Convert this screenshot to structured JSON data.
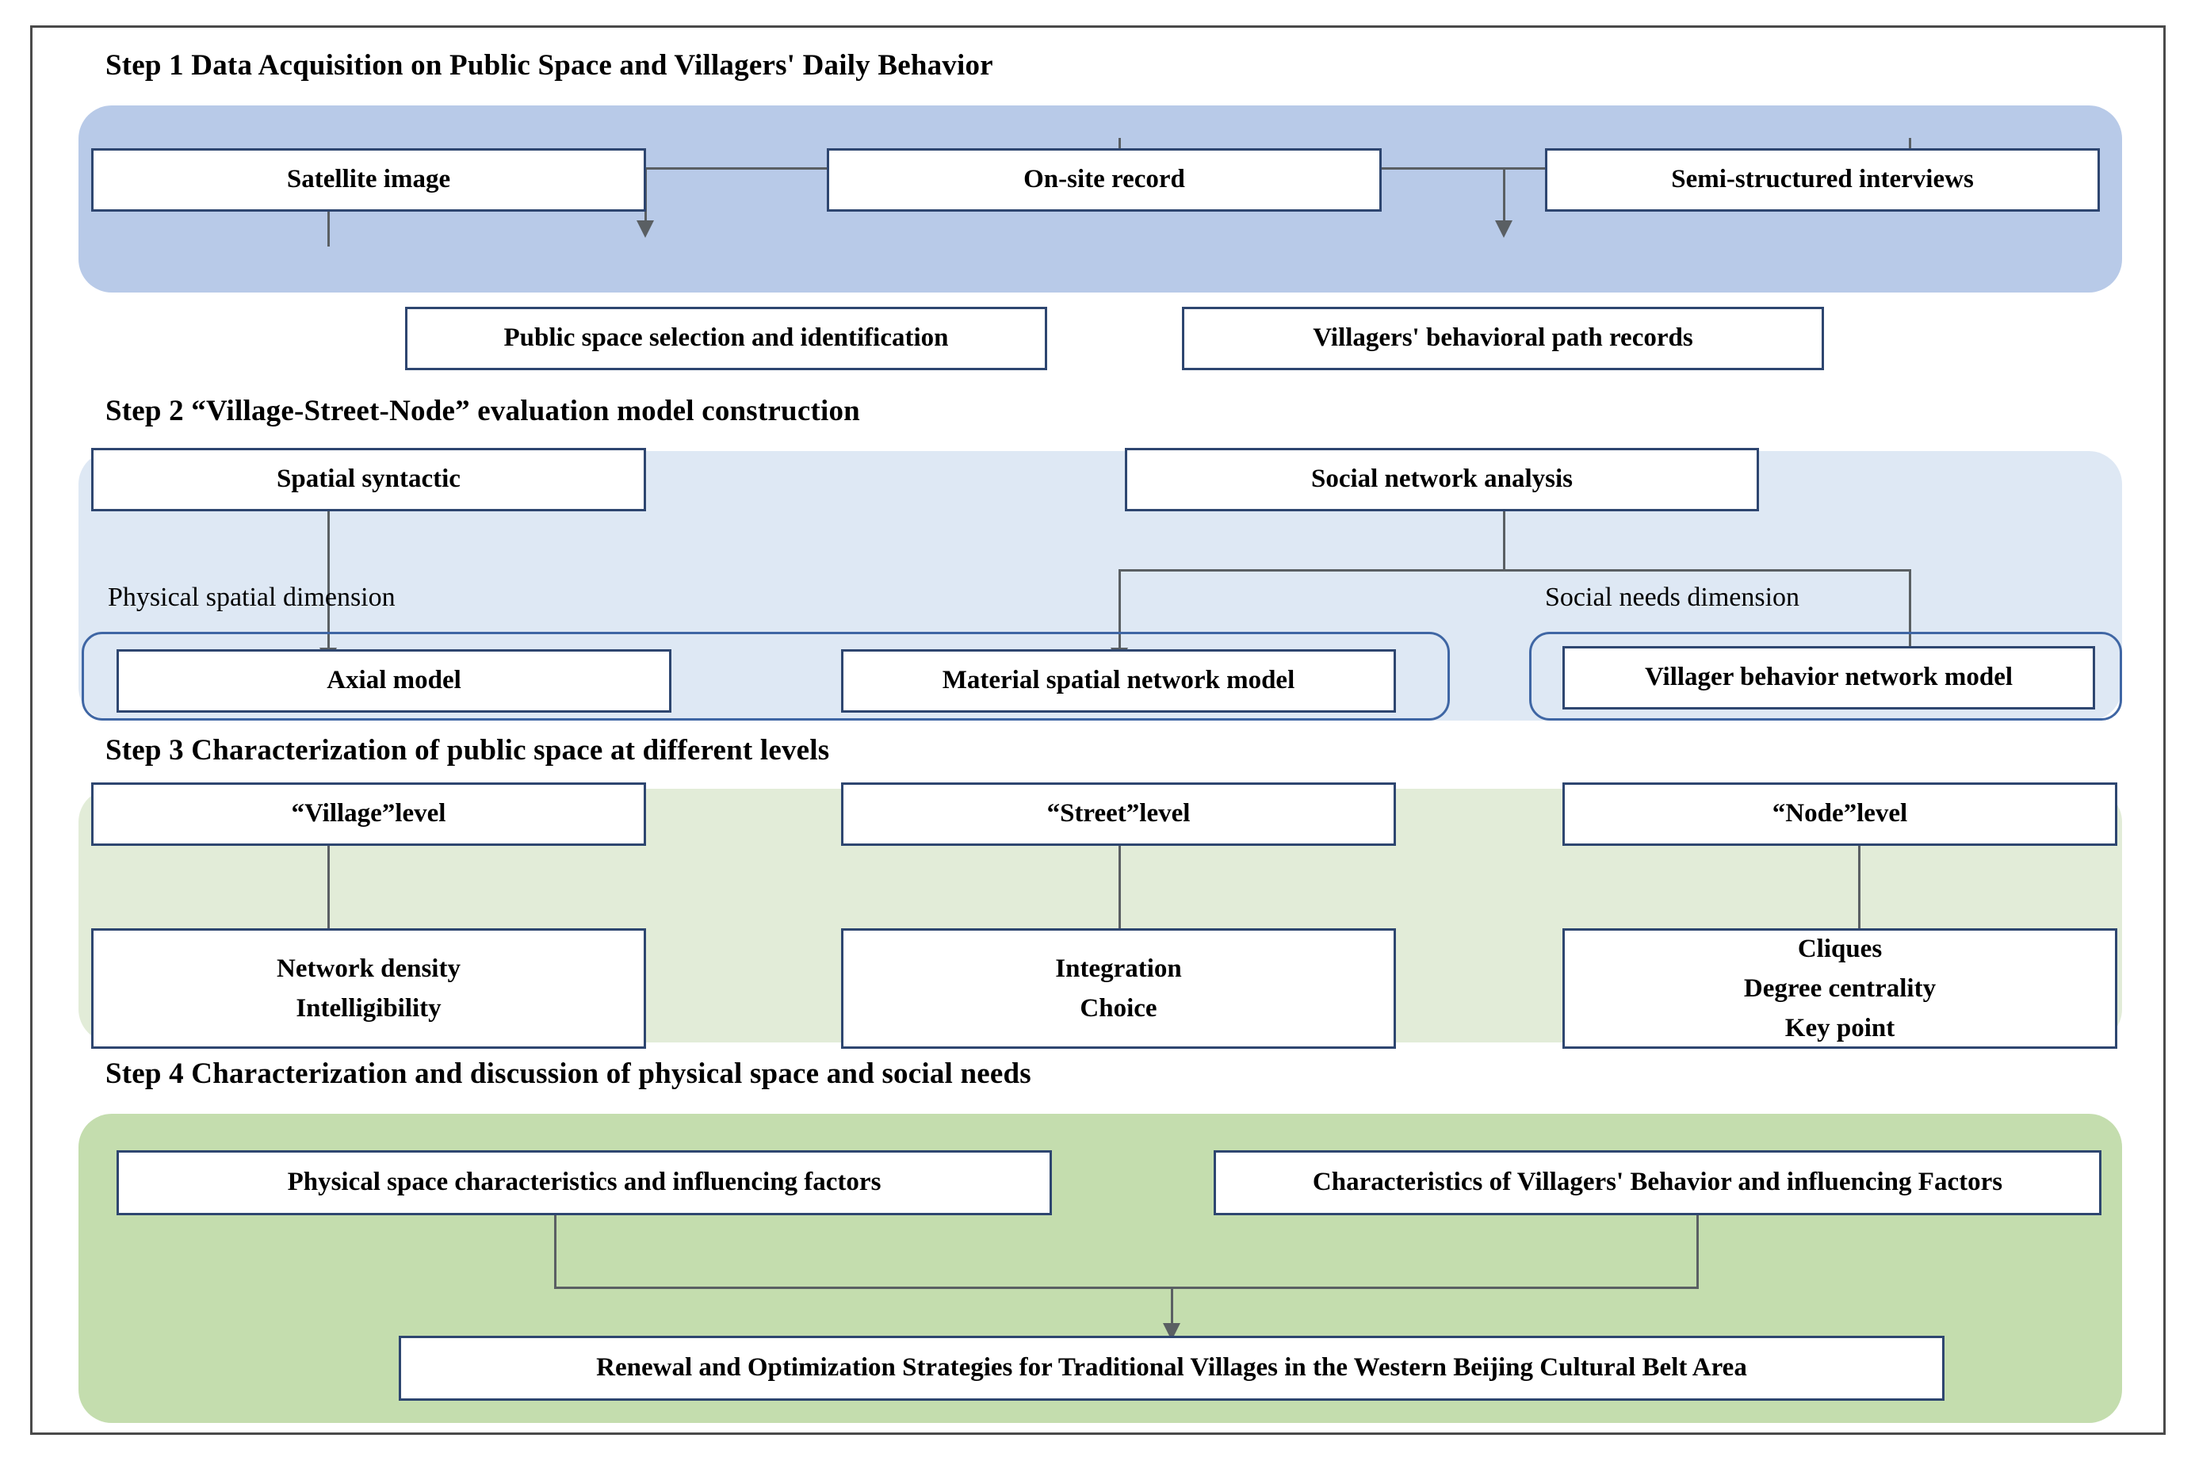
{
  "figure": {
    "type": "flowchart",
    "orientation": "top-to-bottom",
    "frame_border_color": "#4a4a4a",
    "box_border_color": "#2e4670",
    "group_outline_color": "#3f66a4",
    "connector_color": "#5a5f63"
  },
  "steps": [
    {
      "id": "step1",
      "title": "Step 1 Data Acquisition on Public Space and Villagers' Daily Behavior",
      "band_color": "#b8cae8",
      "row_top": [
        {
          "label": "Satellite image"
        },
        {
          "label": "On-site record"
        },
        {
          "label": "Semi-structured interviews"
        }
      ],
      "row_bottom": [
        {
          "label": "Public space selection and identification"
        },
        {
          "label": "Villagers' behavioral path records"
        }
      ]
    },
    {
      "id": "step2",
      "title": "Step 2 “Village-Street-Node” evaluation model construction",
      "band_color": "#dee8f4",
      "row_top": [
        {
          "label": "Spatial syntactic"
        },
        {
          "label": "Social network analysis"
        }
      ],
      "row_bottom": [
        {
          "label": "Axial model"
        },
        {
          "label": "Material spatial network model"
        },
        {
          "label": "Villager behavior network model"
        }
      ],
      "dimension_labels": [
        {
          "label": "Physical spatial dimension"
        },
        {
          "label": "Social needs dimension"
        }
      ]
    },
    {
      "id": "step3",
      "title": "Step 3 Characterization of public space at different levels",
      "band_color": "#e2ecd8",
      "row_top": [
        {
          "label": "“Village”level"
        },
        {
          "label": "“Street”level"
        },
        {
          "label": "“Node”level"
        }
      ],
      "row_bottom": [
        {
          "lines": [
            "Network density",
            "Intelligibility"
          ]
        },
        {
          "lines": [
            "Integration",
            "Choice"
          ]
        },
        {
          "lines": [
            "Cliques",
            "Degree centrality",
            "Key point"
          ]
        }
      ]
    },
    {
      "id": "step4",
      "title": "Step 4 Characterization and discussion of physical space and social needs",
      "band_color": "#c4ddae",
      "row_top": [
        {
          "label": "Physical space characteristics and influencing factors"
        },
        {
          "label": "Characteristics of Villagers' Behavior and influencing Factors"
        }
      ],
      "row_bottom": [
        {
          "label": "Renewal and Optimization Strategies for Traditional Villages in the Western Beijing Cultural Belt Area"
        }
      ]
    }
  ]
}
